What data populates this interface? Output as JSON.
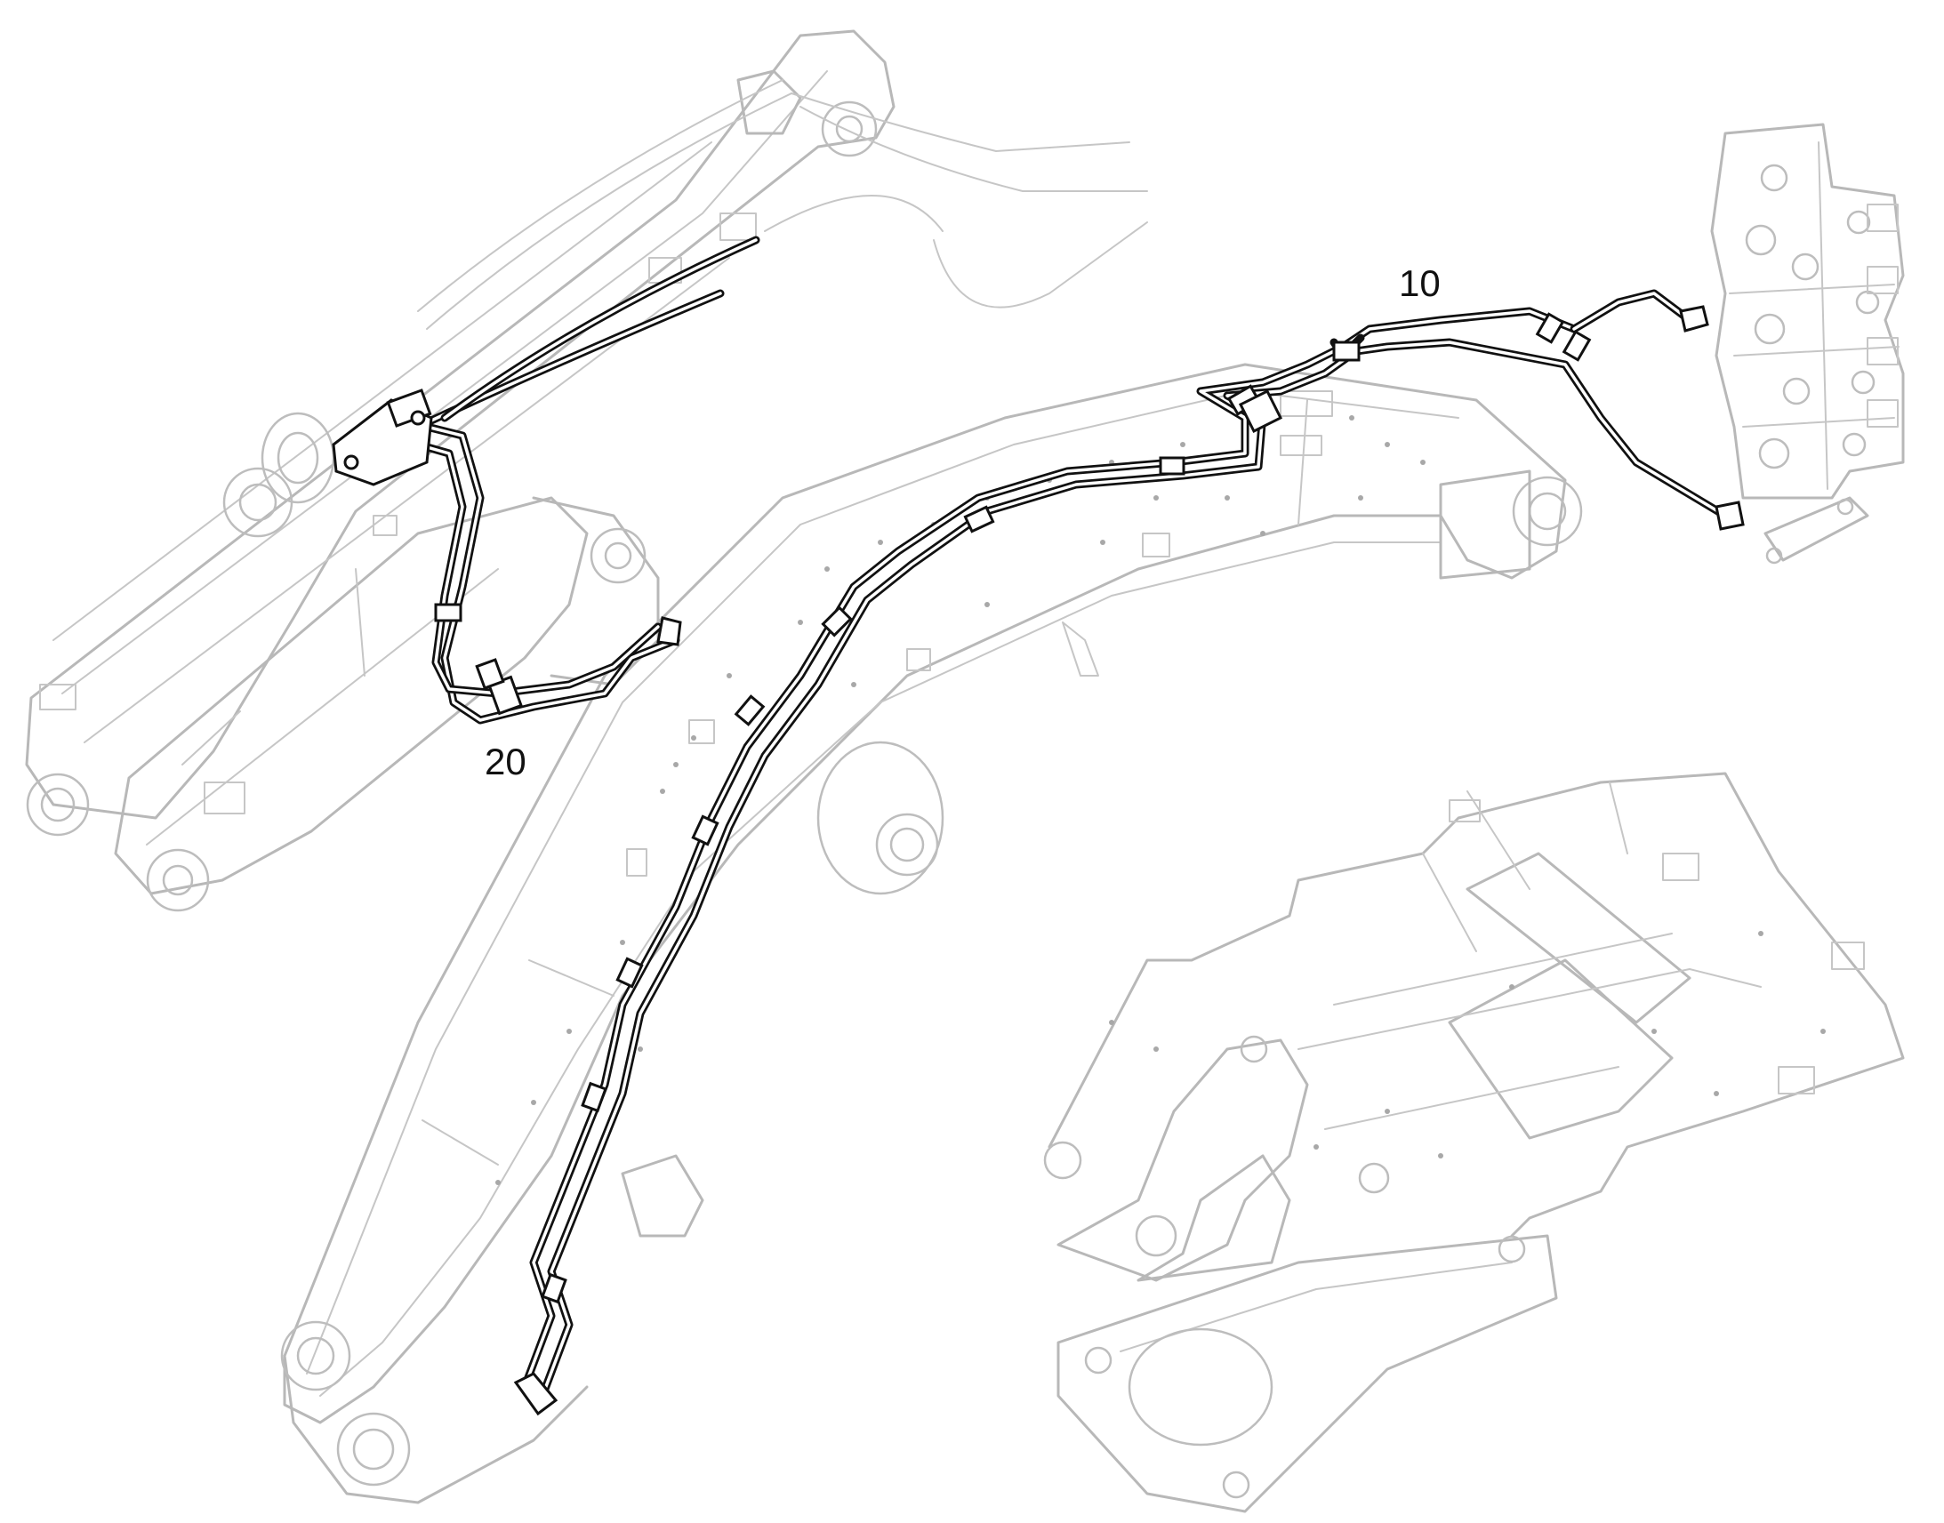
{
  "diagram": {
    "callouts": [
      {
        "id": "10",
        "label": "10"
      },
      {
        "id": "20",
        "label": "20"
      }
    ],
    "colors": {
      "hose_line": "#111111",
      "part_outline": "#b8b8b8",
      "background": "#ffffff"
    }
  }
}
